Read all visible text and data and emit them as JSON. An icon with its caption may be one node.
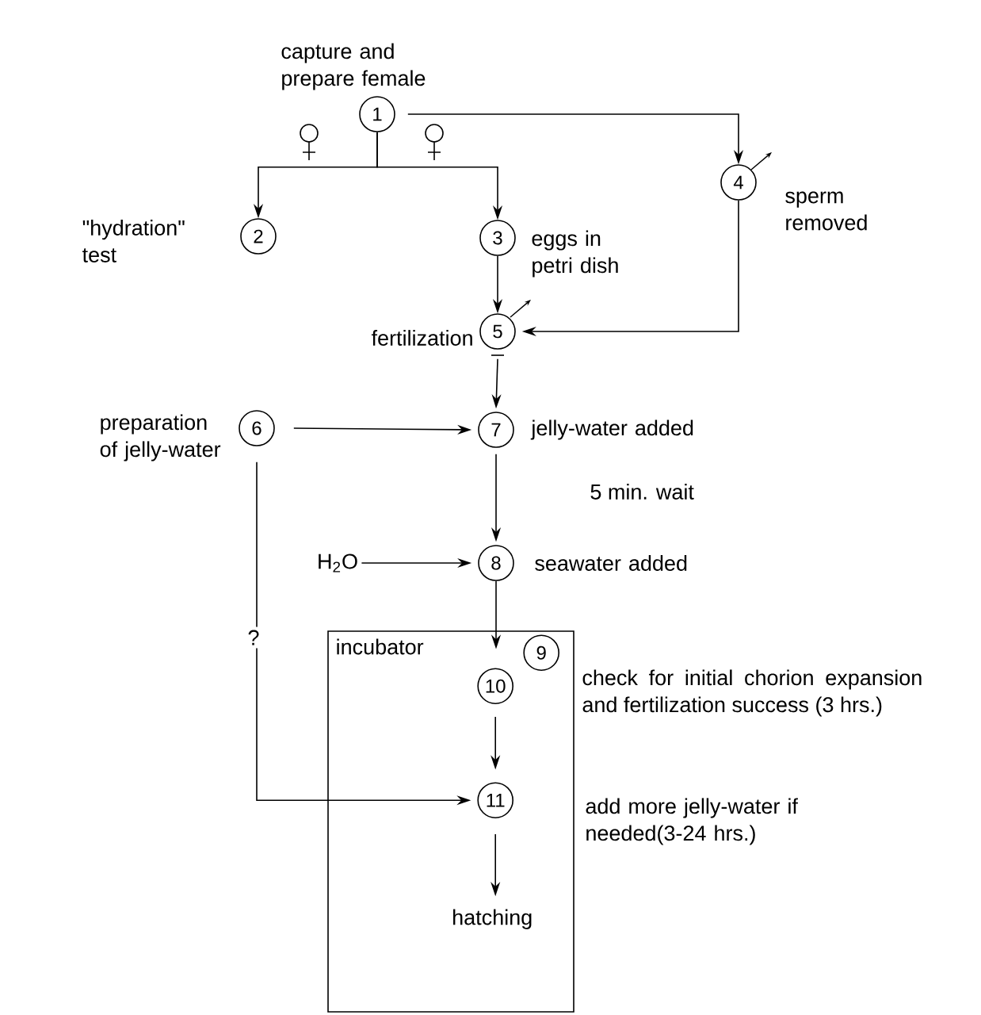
{
  "diagram": {
    "nodes": [
      {
        "text": [
          "1"
        ],
        "beside": [
          "capture and prepare female"
        ]
      },
      {
        "text": [
          "2"
        ],
        "beside": [
          "\"hydration\" test"
        ]
      },
      {
        "text": [
          "3"
        ],
        "beside": [
          "eggs in petri dish"
        ]
      },
      {
        "text": [
          "4"
        ],
        "beside": [
          "sperm removed"
        ]
      },
      {
        "text": [
          "5"
        ],
        "beside": [
          "fertilization"
        ]
      },
      {
        "text": [
          "6"
        ],
        "beside": [
          "preparation of jelly-water"
        ]
      },
      {
        "text": [
          "7"
        ],
        "beside": [
          "jelly-water added"
        ]
      },
      {
        "text": [
          "H$_{2}$O"
        ]
      },
      {
        "text": [
          "8"
        ],
        "beside": [
          "seawater added"
        ]
      },
      {
        "text": [
          "incubator"
        ]
      },
      {
        "text": [
          "9"
        ],
        "in": 9,
        "beside": [
          "check for initial chorion expansion and fertilization success (3 hrs.)"
        ]
      },
      {
        "text": [
          "10"
        ],
        "in": 9
      },
      {
        "text": [
          "11"
        ],
        "in": 9,
        "beside": [
          "add more jelly-water if needed(3-24 hrs.)"
        ]
      },
      {
        "text": [
          "hatching"
        ],
        "in": 9
      }
    ],
    "edges": [
      {
        "from": 0,
        "to": 1,
        "arrow": "to"
      },
      {
        "from": 0,
        "to": 2,
        "arrow": "to"
      },
      {
        "from": 0,
        "to": 3,
        "arrow": "to"
      },
      {
        "from": 2,
        "to": 4,
        "arrow": "to"
      },
      {
        "from": 3,
        "to": 4,
        "arrow": "to"
      },
      {
        "from": 4,
        "to": 6,
        "arrow": "to"
      },
      {
        "from": 5,
        "to": 6,
        "arrow": "to"
      },
      {
        "from": 6,
        "to": 8,
        "arrow": "to",
        "label": "5 min. wait"
      },
      {
        "from": 7,
        "to": 8,
        "arrow": "to"
      },
      {
        "from": 8,
        "to": 11,
        "arrow": "to"
      },
      {
        "from": 11,
        "to": 12,
        "arrow": "to"
      },
      {
        "from": 5,
        "to": 12,
        "arrow": "to",
        "label": "?"
      },
      {
        "from": 12,
        "to": 13,
        "arrow": "to"
      }
    ]
  }
}
